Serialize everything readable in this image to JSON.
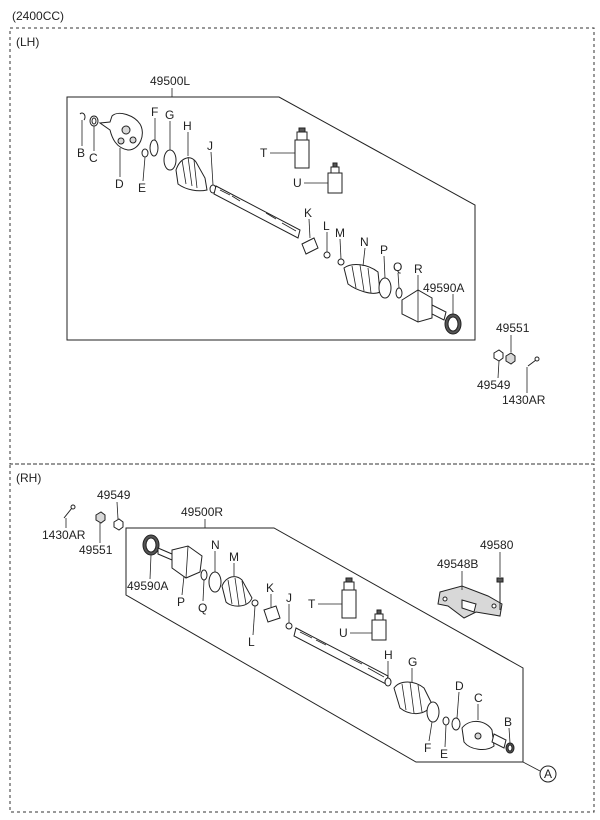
{
  "engine": "(2400CC)",
  "lh": {
    "side": "(LH)",
    "assembly": "49500L",
    "parts": [
      "B",
      "C",
      "D",
      "E",
      "F",
      "G",
      "H",
      "J",
      "T",
      "U",
      "K",
      "L",
      "M",
      "N",
      "P",
      "Q",
      "R",
      "49590A"
    ],
    "loose": [
      "49551",
      "49549",
      "1430AR"
    ]
  },
  "rh": {
    "side": "(RH)",
    "assembly": "49500R",
    "parts": [
      "49590A",
      "P",
      "Q",
      "N",
      "M",
      "L",
      "K",
      "J",
      "T",
      "U",
      "H",
      "G",
      "F",
      "E",
      "D",
      "C",
      "B"
    ],
    "loose": [
      "1430AR",
      "49551",
      "49549"
    ],
    "bracket": [
      "49548B",
      "49580"
    ]
  },
  "ref": "A"
}
